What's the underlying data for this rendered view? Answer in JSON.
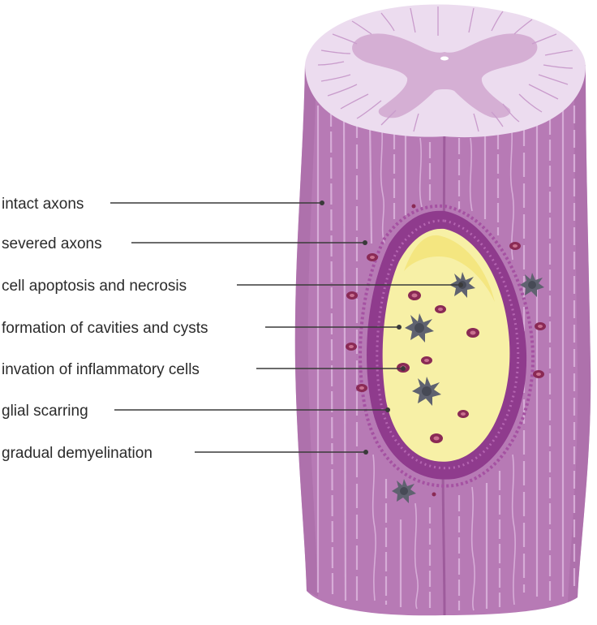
{
  "labels": [
    {
      "id": "intact-axons",
      "text": "intact axons"
    },
    {
      "id": "severed-axons",
      "text": "severed axons"
    },
    {
      "id": "cell-apoptosis",
      "text": "cell apoptosis and necrosis"
    },
    {
      "id": "cavities-cysts",
      "text": "formation of cavities and cysts"
    },
    {
      "id": "inflammatory-cells",
      "text": "invation of inflammatory cells"
    },
    {
      "id": "glial-scarring",
      "text": "glial scarring"
    },
    {
      "id": "demyelination",
      "text": "gradual demyelination"
    }
  ],
  "colors": {
    "cord_body": "#b77ab5",
    "cord_dark": "#9e5c9c",
    "cross_section_white": "#ecdcef",
    "grey_matter": "#d5afd4",
    "lesion_scar": "#8f3b8d",
    "cavity": "#f7f0a6",
    "cavity_edge": "#f2e477",
    "inflammatory_cell": "#8a2a55",
    "dead_cell": "#5f6270",
    "axon": "#e4c4e6"
  }
}
